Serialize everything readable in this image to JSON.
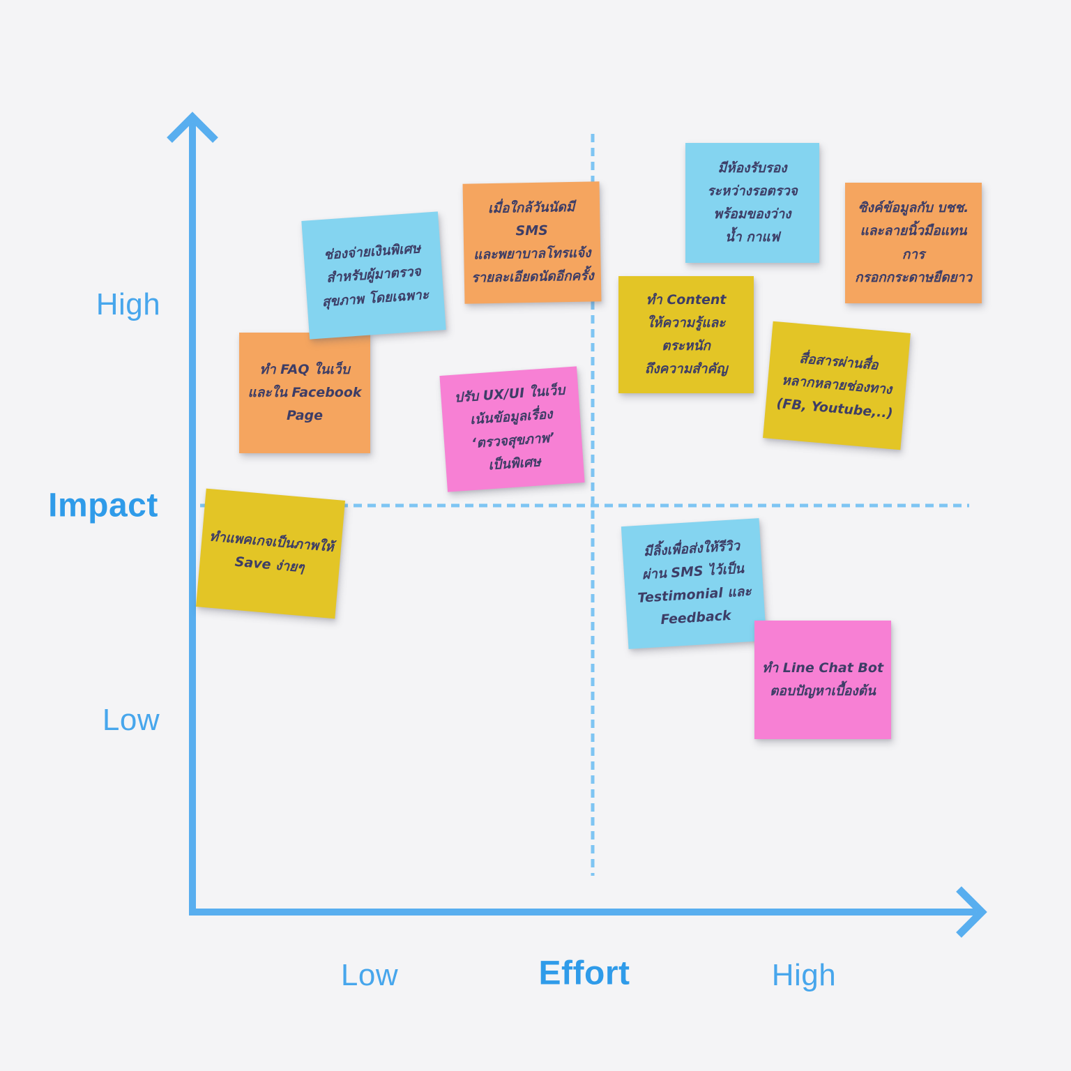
{
  "diagram": {
    "type": "impact-effort-matrix",
    "y_axis": {
      "label": "Impact",
      "top_label": "High",
      "bottom_label": "Low"
    },
    "x_axis": {
      "label": "Effort",
      "left_label": "Low",
      "right_label": "High"
    }
  },
  "colors": {
    "background": "#f4f4f6",
    "axis_blue": "#58aeef",
    "dashed_divider_blue": "#7ec5f3",
    "axis_label_blue": "#47a6ec",
    "axis_title_blue": "#2f9be9",
    "note_blue": "#84d4f0",
    "note_orange": "#f5a55f",
    "note_yellow": "#e3c526",
    "note_pink": "#f780d4",
    "note_ink": "#3d3d66"
  },
  "notes": [
    {
      "color": "blue",
      "quadrant": "high-impact-low-effort",
      "text": "ช่องจ่ายเงินพิเศษ\nสำหรับผู้มาตรวจ\nสุขภาพ โดยเฉพาะ"
    },
    {
      "color": "orange",
      "quadrant": "high-impact-low-effort",
      "text": "เมื่อใกล้วันนัดมี SMS\nและพยาบาลโทรแจ้ง\nรายละเอียดนัดอีกครั้ง"
    },
    {
      "color": "blue",
      "quadrant": "high-impact-high-effort",
      "text": "มีห้องรับรอง\nระหว่างรอตรวจ\nพร้อมของว่าง\nน้ำ กาแฟ"
    },
    {
      "color": "orange",
      "quadrant": "high-impact-high-effort",
      "text": "ซิงค์ข้อมูลกับ บชช.\nและลายนิ้วมือแทนการ\nกรอกกระดาษยืดยาว"
    },
    {
      "color": "yellow",
      "quadrant": "high-impact-high-effort",
      "text": "ทำ Content\nให้ความรู้และตระหนัก\nถึงความสำคัญ"
    },
    {
      "color": "yellow",
      "quadrant": "high-impact-high-effort",
      "text": "สื่อสารผ่านสื่อ\nหลากหลายช่องทาง\n(FB, Youtube,..)"
    },
    {
      "color": "orange",
      "quadrant": "high-impact-low-effort",
      "text": "ทำ FAQ ในเว็บ\nและใน Facebook\nPage"
    },
    {
      "color": "pink",
      "quadrant": "high-impact-low-effort",
      "text": "ปรับ UX/UI ในเว็บ\nเน้นข้อมูลเรื่อง\n‘ตรวจสุขภาพ’\nเป็นพิเศษ"
    },
    {
      "color": "yellow",
      "quadrant": "low-impact-low-effort",
      "text": "ทำแพคเกจเป็นภาพให้\nSave ง่ายๆ"
    },
    {
      "color": "blue",
      "quadrant": "low-impact-high-effort",
      "text": "มีลิ้งเพื่อส่งให้รีวิว\nผ่าน SMS ไว้เป็น\nTestimonial และ\nFeedback"
    },
    {
      "color": "pink",
      "quadrant": "low-impact-high-effort",
      "text": "ทำ Line Chat Bot\nตอบปัญหาเบื้องต้น"
    }
  ]
}
